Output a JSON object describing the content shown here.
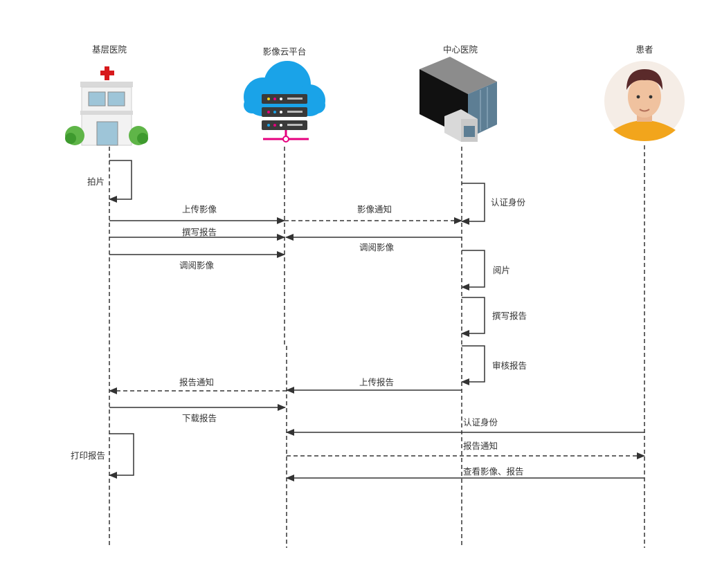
{
  "actors": [
    {
      "id": "primary",
      "label": "基层医院",
      "icon": "hospital-icon"
    },
    {
      "id": "cloud",
      "label": "影像云平台",
      "icon": "cloud-server-icon"
    },
    {
      "id": "central",
      "label": "中心医院",
      "icon": "office-building-icon"
    },
    {
      "id": "patient",
      "label": "患者",
      "icon": "patient-avatar-icon"
    }
  ],
  "messages": {
    "m01": "拍片",
    "m02": "上传影像",
    "m03": "影像通知",
    "m04": "认证身份",
    "m05": "撰写报告",
    "m06": "调阅影像",
    "m07": "调阅影像",
    "m08": "阅片",
    "m09": "撰写报告",
    "m10": "审核报告",
    "m11": "报告通知",
    "m12": "上传报告",
    "m13": "下载报告",
    "m14": "认证身份",
    "m15": "打印报告",
    "m16": "报告通知",
    "m17": "查看影像、报告"
  },
  "colors": {
    "line": "#333333",
    "cloud": "#1aa3e8",
    "server": "#3a3a3a",
    "accent": "#e6007e",
    "hospital_cross": "#d7191c",
    "avatar_bg": "#f5ede6",
    "shirt": "#f2a51c"
  }
}
